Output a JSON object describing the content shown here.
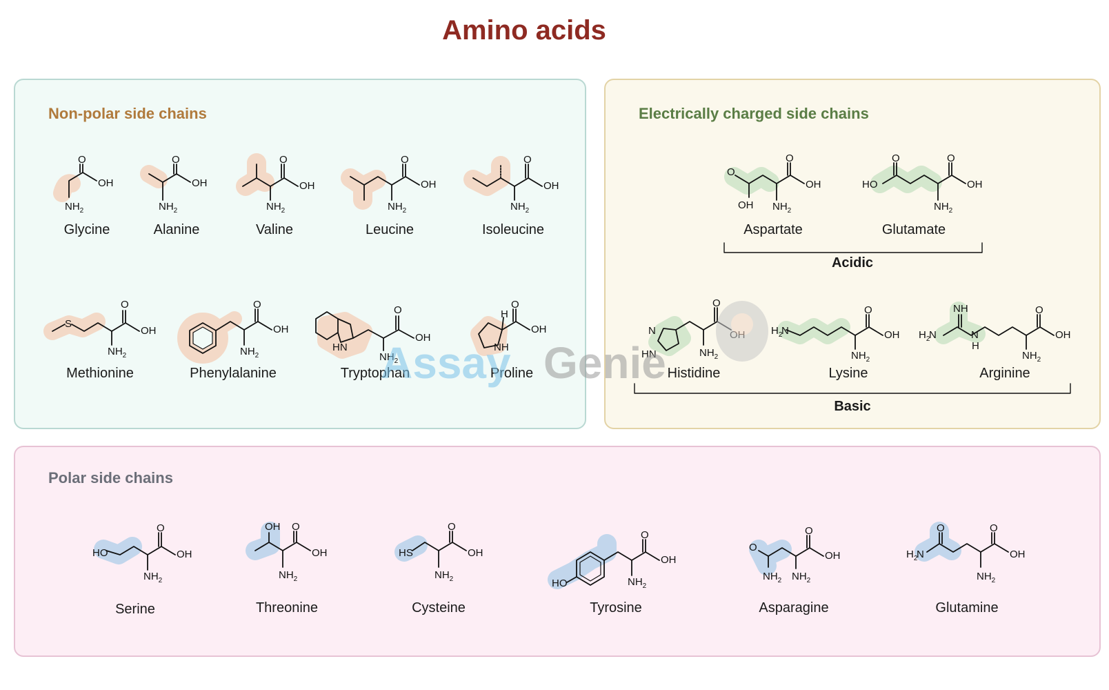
{
  "title": "Amino acids",
  "colors": {
    "title": "#8e2a22",
    "nonpolar_highlight": "#f3d9c7",
    "charged_highlight": "#d4e7cd",
    "polar_highlight": "#c2d6ec"
  },
  "groups": {
    "nonpolar": {
      "heading": "Non-polar side chains",
      "amino_acids": [
        "Glycine",
        "Alanine",
        "Valine",
        "Leucine",
        "Isoleucine",
        "Methionine",
        "Phenylalanine",
        "Tryptophan",
        "Proline"
      ]
    },
    "charged": {
      "heading": "Electrically charged side chains",
      "acidic_label": "Acidic",
      "basic_label": "Basic",
      "acidic": [
        "Aspartate",
        "Glutamate"
      ],
      "basic": [
        "Histidine",
        "Lysine",
        "Arginine"
      ]
    },
    "polar": {
      "heading": "Polar side chains",
      "amino_acids": [
        "Serine",
        "Threonine",
        "Cysteine",
        "Tyrosine",
        "Asparagine",
        "Glutamine"
      ]
    }
  },
  "atoms": {
    "o": "O",
    "oh": "OH",
    "ho": "HO",
    "nh2": "NH",
    "sub2": "2",
    "h2n": "H",
    "nh": "NH",
    "hn": "HN",
    "n": "N",
    "h": "H",
    "s": "S",
    "hs": "HS"
  },
  "watermark": {
    "part1": "Assay",
    "part2": "Genie"
  }
}
